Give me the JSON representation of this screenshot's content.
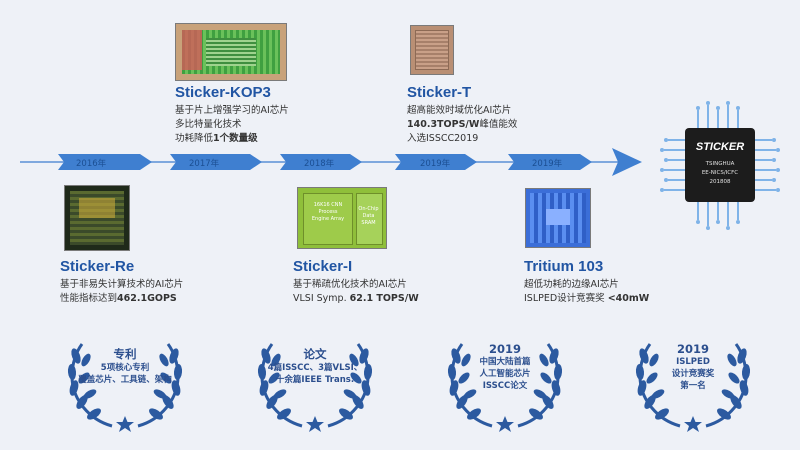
{
  "timeline": {
    "years": [
      "2016年",
      "2017年",
      "2018年",
      "2019年",
      "2019年"
    ]
  },
  "chips": {
    "kop3": {
      "name": "Sticker-KOP3",
      "lines": [
        "基于片上增强学习的AI芯片",
        "多比特量化技术"
      ],
      "line3_prefix": "功耗降低",
      "line3_bold": "1个数量级"
    },
    "t": {
      "name": "Sticker-T",
      "lines": [
        "超高能效时域优化AI芯片"
      ],
      "line2_bold": "140.3TOPS/W",
      "line2_suffix": "峰值能效",
      "line3": "入选ISSCC2019"
    },
    "re": {
      "name": "Sticker-Re",
      "line1": "基于非易失计算技术的AI芯片",
      "line2_prefix": "性能指标达到",
      "line2_bold": "462.1GOPS"
    },
    "i": {
      "name": "Sticker-I",
      "line1": "基于稀疏优化技术的AI芯片",
      "line2_prefix": "VLSI Symp. ",
      "line2_bold": "62.1 TOPS/W"
    },
    "tritium": {
      "name": "Tritium 103",
      "line1": "超低功耗的边缘AI芯片",
      "line2_prefix": "ISLPED设计竞赛奖 ",
      "line2_bold": "<40mW"
    }
  },
  "images": {
    "i_chip_text1": "16K16 CNN",
    "i_chip_text2": "Process",
    "i_chip_text3": "Engine Array",
    "i_chip_text4": "On-Chip",
    "i_chip_text5": "Data SRAM",
    "final_chip_logo": "STICKER",
    "final_chip_line1": "TSINGHUA",
    "final_chip_line2": "EE-NICS/ICFC",
    "final_chip_line3": "201808"
  },
  "awards": [
    {
      "title": "专利",
      "lines": [
        "5项核心专利",
        "覆盖芯片、工具链、架构"
      ]
    },
    {
      "title": "论文",
      "lines": [
        "4篇ISSCC、3篇VLSI、",
        "十余篇IEEE Trans."
      ]
    },
    {
      "title": "2019",
      "lines": [
        "中国大陆首篇",
        "人工智能芯片",
        "ISSCC论文"
      ]
    },
    {
      "title": "2019",
      "lines": [
        "ISLPED",
        "设计竞赛奖",
        "第一名"
      ]
    }
  ],
  "colors": {
    "accent": "#2155a3",
    "arrow": "#3f7fd0",
    "award": "#2c5aa0"
  }
}
